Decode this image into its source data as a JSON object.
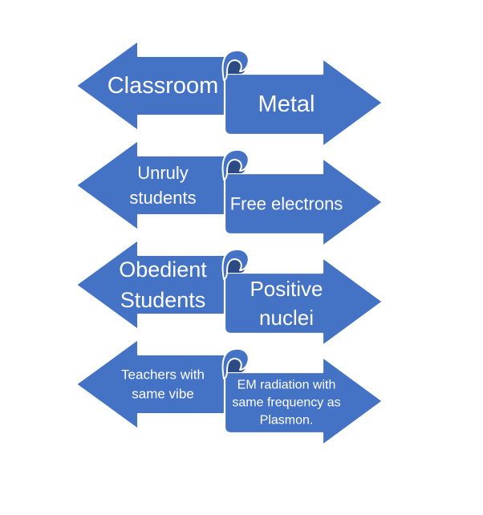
{
  "colors": {
    "background": "#ffffff",
    "arrow_fill": "#4472c4",
    "fold_shadow": "#2b4a86",
    "outline": "#ffffff",
    "label_text": "#ffffff"
  },
  "diagram": {
    "type": "analogy-arrow-pairs",
    "rows": [
      {
        "left": {
          "text": "Classroom",
          "lines": [
            "Classroom"
          ]
        },
        "right": {
          "text": "Metal",
          "lines": [
            "Metal"
          ]
        }
      },
      {
        "left": {
          "text": "Unruly students",
          "lines": [
            "Unruly",
            "students"
          ]
        },
        "right": {
          "text": "Free electrons",
          "lines": [
            "Free electrons"
          ]
        }
      },
      {
        "left": {
          "text": "Obedient Students",
          "lines": [
            "Obedient",
            "Students"
          ]
        },
        "right": {
          "text": "Positive nuclei",
          "lines": [
            "Positive",
            "nuclei"
          ]
        }
      },
      {
        "left": {
          "text": "Teachers with same vibe",
          "lines": [
            "Teachers with",
            "same vibe"
          ]
        },
        "right": {
          "text": "EM radiation with same frequency  as Plasmon.",
          "lines": [
            "EM radiation with",
            "same frequency  as",
            "Plasmon."
          ]
        }
      }
    ]
  }
}
